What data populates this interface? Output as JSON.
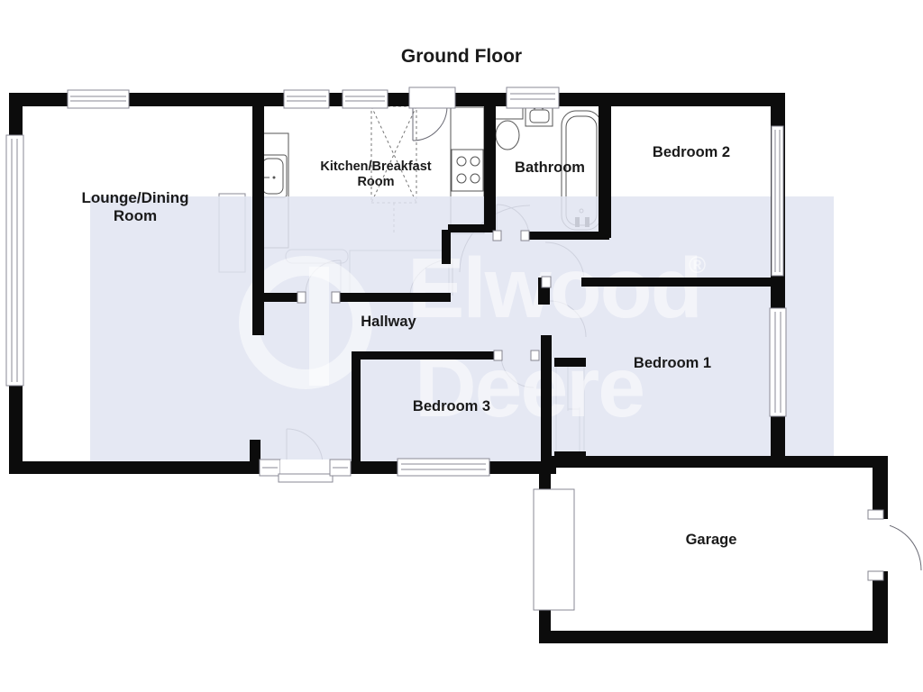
{
  "title": "Ground Floor",
  "watermark": {
    "brand_line1": "Elwood",
    "brand_line2": "Deere",
    "registered_mark": "®"
  },
  "rooms": {
    "lounge_dining": {
      "label_line1": "Lounge/Dining",
      "label_line2": "Room"
    },
    "kitchen_breakfast": {
      "label_line1": "Kitchen/Breakfast",
      "label_line2": "Room"
    },
    "bathroom": {
      "label": "Bathroom"
    },
    "bedroom_2": {
      "label": "Bedroom 2"
    },
    "hallway": {
      "label": "Hallway"
    },
    "bedroom_1": {
      "label": "Bedroom 1"
    },
    "bedroom_3": {
      "label": "Bedroom 3"
    },
    "garage": {
      "label": "Garage"
    }
  },
  "colors": {
    "wall": "#0c0c0c",
    "label_text": "#1a1a1a",
    "watermark_panel": "#e0e4f1",
    "watermark_text": "#ffffff",
    "fixture_line": "#555555",
    "thin_line": "#8a8a96",
    "background": "#ffffff"
  },
  "fixtures": [
    "bathtub",
    "toilet",
    "wash-basin",
    "kitchen-sink",
    "hob",
    "worktop",
    "dashed-storage-area",
    "built-in-cupboard",
    "garage-door",
    "entrance-door",
    "door-swings",
    "windows"
  ]
}
